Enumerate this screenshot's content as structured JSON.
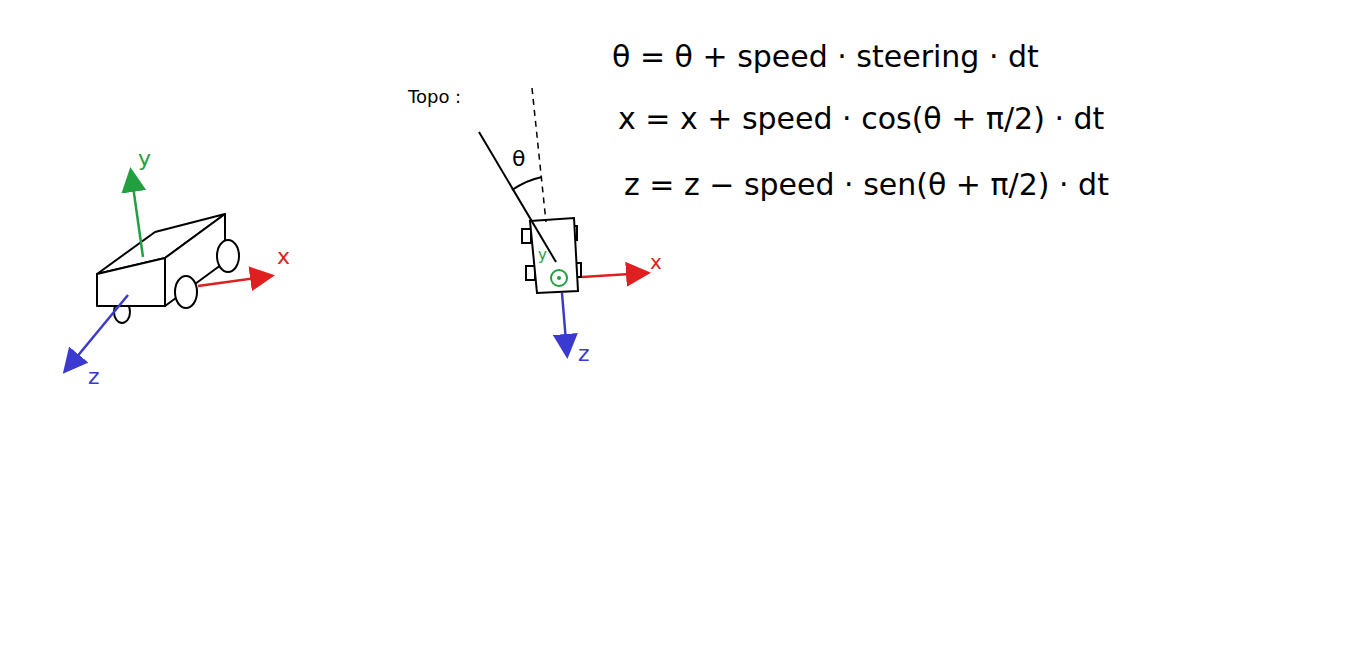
{
  "diagram": {
    "labels": [
      "y",
      "x",
      "z",
      "Topo :",
      "θ",
      "y",
      "x",
      "z",
      "θ = θ + speed · steering · dt",
      "x = x + speed · cos(θ + π/2) · dt",
      "z = z − speed · sen(θ + π/2) · dt"
    ]
  }
}
